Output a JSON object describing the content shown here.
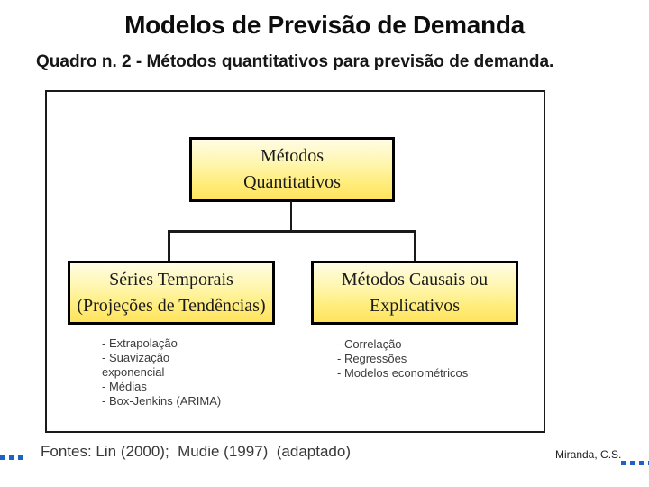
{
  "slide": {
    "title": "Modelos de Previsão de Demanda",
    "caption": "Quadro n. 2 - Métodos quantitativos para previsão de demanda.",
    "source_line": "Fontes: Lin (2000);  Mudie (1997)  (adaptado)",
    "author": "Miranda, C.S."
  },
  "diagram": {
    "root": {
      "line1": "Métodos",
      "line2": "Quantitativos"
    },
    "children": [
      {
        "line1": "Séries Temporais",
        "line2": "(Projeções de Tendências)",
        "items": [
          "- Extrapolação",
          "- Suavização",
          "exponencial",
          "- Médias",
          "- Box-Jenkins (ARIMA)"
        ]
      },
      {
        "line1": "Métodos Causais ou",
        "line2": "Explicativos",
        "items": [
          "- Correlação",
          "- Regressões",
          "- Modelos econométricos"
        ]
      }
    ]
  },
  "colors": {
    "node_fill_top": "#fffce4",
    "node_fill_bottom": "#ffe35e",
    "node_border": "#000000",
    "frame_border": "#1a1a1a",
    "dash_accent": "#1e62c6",
    "text_primary": "#0d0d0d",
    "text_secondary": "#3b3b3b"
  }
}
